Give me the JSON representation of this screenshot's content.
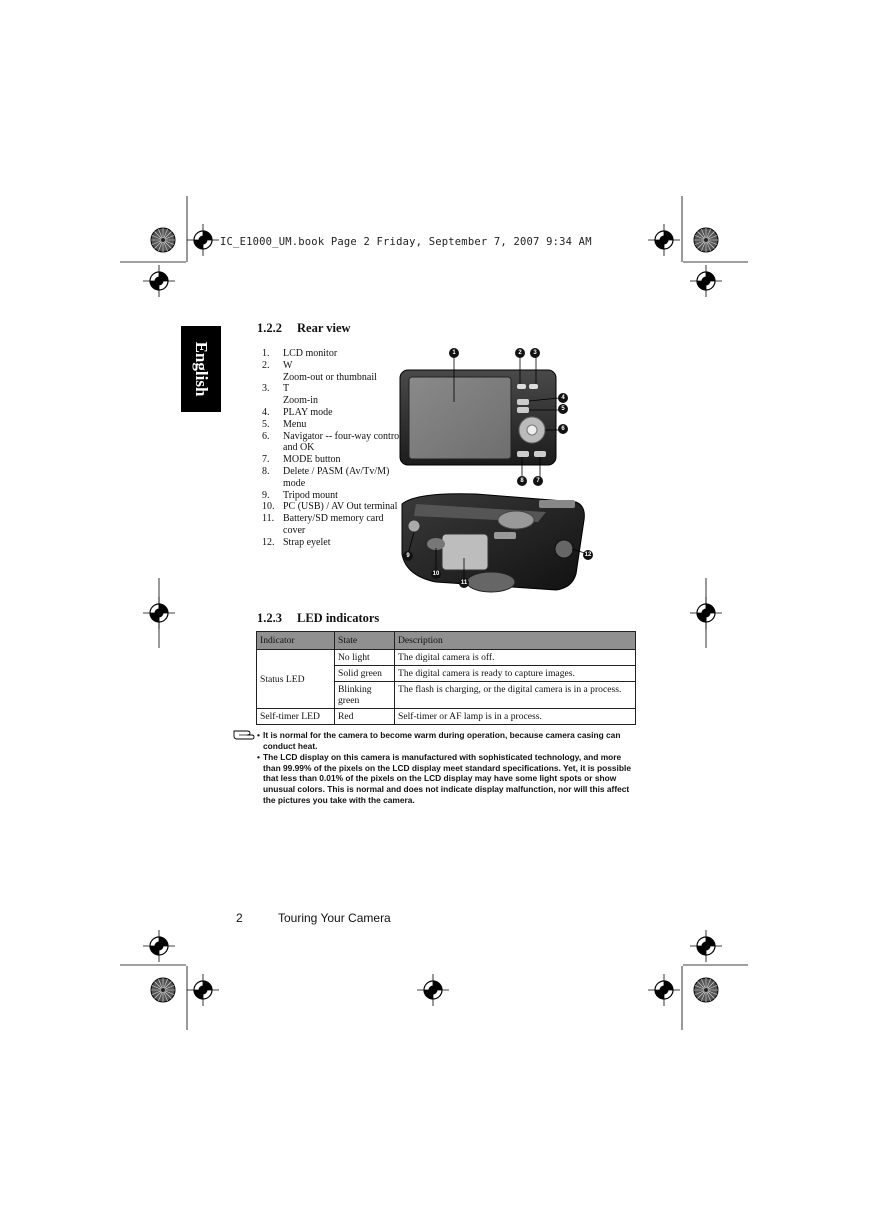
{
  "header": {
    "file_info": "IC_E1000_UM.book  Page 2  Friday, September 7, 2007  9:34 AM"
  },
  "language_tab": "English",
  "rear_view": {
    "number": "1.2.2",
    "title": "Rear view",
    "items": [
      {
        "n": "1.",
        "label": "LCD monitor"
      },
      {
        "n": "2.",
        "label": "W",
        "sub": "Zoom-out or thumbnail"
      },
      {
        "n": "3.",
        "label": "T",
        "sub": "Zoom-in"
      },
      {
        "n": "4.",
        "label": "PLAY mode"
      },
      {
        "n": "5.",
        "label": "Menu"
      },
      {
        "n": "6.",
        "label": "Navigator -- four-way control and OK"
      },
      {
        "n": "7.",
        "label": "MODE button"
      },
      {
        "n": "8.",
        "label": "Delete / PASM (Av/Tv/M) mode"
      },
      {
        "n": "9.",
        "label": "Tripod mount"
      },
      {
        "n": "10.",
        "label": "PC (USB) / AV Out terminal"
      },
      {
        "n": "11.",
        "label": "Battery/SD memory card cover"
      },
      {
        "n": "12.",
        "label": "Strap eyelet"
      }
    ],
    "callouts": [
      "1",
      "2",
      "3",
      "4",
      "5",
      "6",
      "7",
      "8",
      "9",
      "10",
      "11",
      "12"
    ]
  },
  "led_indicators": {
    "number": "1.2.3",
    "title": "LED indicators",
    "headers": [
      "Indicator",
      "State",
      "Description"
    ],
    "status_led": "Status LED",
    "status_rows": [
      {
        "state": "No light",
        "desc": "The digital camera is off."
      },
      {
        "state": "Solid green",
        "desc": "The digital camera is ready to capture images."
      },
      {
        "state": "Blinking green",
        "desc": "The flash is charging, or the digital camera is in a process."
      }
    ],
    "self_timer": {
      "indicator": "Self-timer LED",
      "state": "Red",
      "desc": "Self-timer or AF lamp is in a process."
    }
  },
  "notes": [
    "It is normal for the camera to become warm during operation, because camera casing can conduct heat.",
    "The LCD display on this camera is manufactured with sophisticated technology, and more than 99.99% of the pixels on the LCD display meet standard specifications. Yet, it is possible that less than 0.01% of the pixels on the LCD display may have some light spots or show unusual colors. This is normal and does not indicate display malfunction, nor will this affect the pictures you take with the camera."
  ],
  "footer": {
    "page": "2",
    "chapter": "Touring Your Camera"
  }
}
